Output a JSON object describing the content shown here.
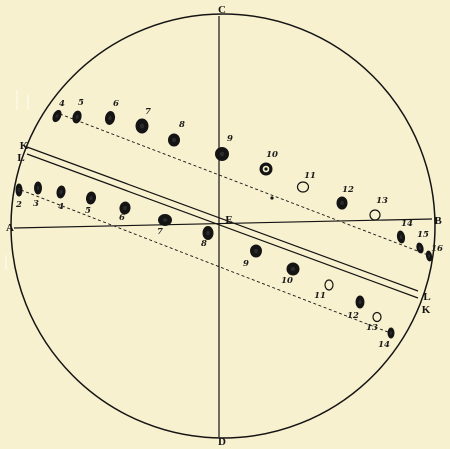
{
  "labels": {
    "top": "C",
    "bottom": "D",
    "left": "A",
    "right": "B",
    "center": "E",
    "band_top_left_outer": "K",
    "band_top_left_inner": "L",
    "band_right_inner": "L",
    "band_right_outer": "K"
  },
  "upper_track": [
    {
      "n": "4",
      "style": "filled"
    },
    {
      "n": "5",
      "style": "filled"
    },
    {
      "n": "6",
      "style": "filled"
    },
    {
      "n": "7",
      "style": "filled"
    },
    {
      "n": "8",
      "style": "filled"
    },
    {
      "n": "9",
      "style": "filled"
    },
    {
      "n": "10",
      "style": "ringed"
    },
    {
      "n": "11",
      "style": "open"
    },
    {
      "n": "12",
      "style": "filled"
    },
    {
      "n": "13",
      "style": "open"
    },
    {
      "n": "14",
      "style": "filled"
    },
    {
      "n": "15",
      "style": "filled"
    },
    {
      "n": "16",
      "style": "filled"
    }
  ],
  "lower_track": [
    {
      "n": "2",
      "style": "filled"
    },
    {
      "n": "3",
      "style": "filled"
    },
    {
      "n": "4",
      "style": "filled"
    },
    {
      "n": "5",
      "style": "filled"
    },
    {
      "n": "6",
      "style": "filled"
    },
    {
      "n": "7",
      "style": "filled"
    },
    {
      "n": "8",
      "style": "filled"
    },
    {
      "n": "9",
      "style": "filled"
    },
    {
      "n": "10",
      "style": "filled"
    },
    {
      "n": "11",
      "style": "open"
    },
    {
      "n": "12",
      "style": "filled"
    },
    {
      "n": "13",
      "style": "open"
    },
    {
      "n": "14",
      "style": "filled"
    }
  ],
  "colors": {
    "paper": "#f8f1cf",
    "ink": "#141414"
  }
}
